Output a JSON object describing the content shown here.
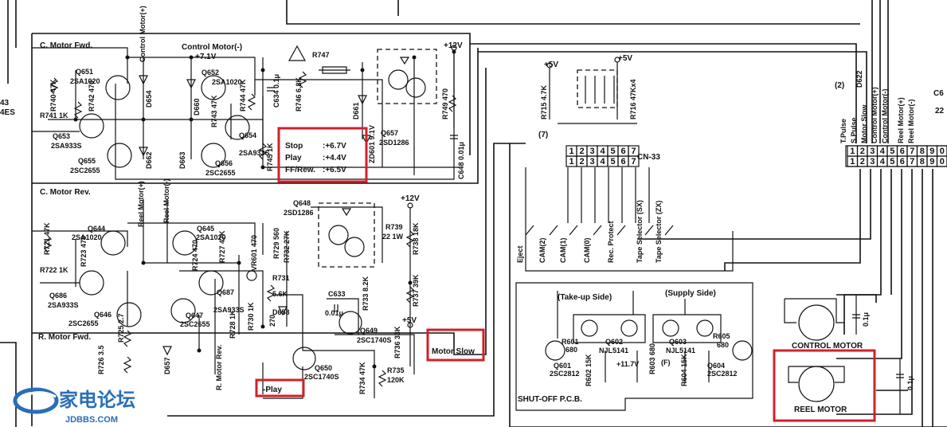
{
  "sections": {
    "c_motor_fwd": "C. Motor Fwd.",
    "c_motor_rev": "C. Motor Rev.",
    "r_motor_fwd": "R. Motor Fwd.",
    "control_motor_minus": "Control Motor(-)",
    "plus_7v": "+7.1V",
    "control_motor_plus_v": "Control Motor(+)",
    "reel_motor_plus_v": "Reel Motor(+)",
    "reel_motor_minus_v": "Reel Motor(-)",
    "r_motor_rev_v": "R. Motor Rev.",
    "shutoff_pcb": "SHUT-OFF P.C.B.",
    "take_up_side": "(Take-up Side)",
    "supply_side": "(Supply Side)",
    "control_motor": "CONTROL MOTOR",
    "reel_motor": "REEL MOTOR",
    "cn33": "CN-33",
    "seven": "(7)",
    "two": "(2)",
    "left_cut_1": "43",
    "left_cut_2": "4ES"
  },
  "supplies": {
    "v12a": "+12V",
    "v12b": "+12V",
    "v5a": "+5V",
    "v5b": "+5V",
    "v5c": "+5V",
    "v117": "+11.7V"
  },
  "highlights": {
    "stop_label": "Stop",
    "stop_val": ":+6.7V",
    "play_label": "Play",
    "play_val": ":+4.4V",
    "ffrew_label": "FF/Rew.",
    "ffrew_val": ":+6.5V",
    "minus_play": "-Play",
    "motor_slow": "Motor Slow"
  },
  "components": {
    "q651": "Q651",
    "q651v": "2SA1020",
    "q652": "Q652",
    "q652v": "2SA1020",
    "q653": "Q653",
    "q653v": "2SA933S",
    "q654": "Q654",
    "q654v": "2SA933S",
    "q655": "Q655",
    "q655v": "2SC2655",
    "q656": "Q656",
    "q656v": "2SC2655",
    "q657": "Q657",
    "q657v": "2SD1286",
    "q644": "Q644",
    "q644v": "2SA1020",
    "q645": "Q645",
    "q645v": "2SA1020",
    "q686": "Q686",
    "q686v": "2SA933S",
    "q687": "Q687",
    "q687v": "2SA933S",
    "q646": "Q646",
    "q646v": "2SC2655",
    "q647": "Q647",
    "q647v": "2SC2655",
    "q648": "Q648",
    "q648v": "2SD1286",
    "q649": "Q649",
    "q649v": "2SC1740S",
    "q650": "Q650",
    "q650v": "2SC1740S",
    "q601": "Q601",
    "q601v": "2SC2812",
    "q602": "Q602",
    "q602v": "NJL5141",
    "q603": "Q603",
    "q603v": "NJL5141",
    "q604": "Q604",
    "q604v": "2SC2812",
    "r740": "R740 47K",
    "r741": "R741 1K",
    "r742": "R742 470",
    "r743": "R743 47K",
    "r744": "R744 47K",
    "r745": "R745 1K",
    "r746": "R746 6.8K",
    "r747": "R747",
    "r749": "R749 470",
    "r715": "R715 4.7K",
    "r716": "R716 47Kx4",
    "r721": "R721 47K",
    "r722": "R722 1K",
    "r723": "R723 470",
    "r724": "R724 470",
    "r725": "R725 2.7",
    "r726": "R726 3.5",
    "r727": "R727 47K",
    "r728": "R728 1K",
    "r729": "R729 560",
    "r730": "R730 1K",
    "r731": "R731",
    "r731v": "5.6K",
    "r732": "R732 27K",
    "r733": "R733 8.2K",
    "r734": "R734 47K",
    "r735": "R735",
    "r735v": "120K",
    "r736": "R736 33K",
    "r737": "R737 39K",
    "r738": "R738 18K",
    "r739": "R739",
    "r739v": "22 1W",
    "vr601": "VR601 470",
    "r601": "R601",
    "r601v": "680",
    "r602": "R602 15K",
    "r603": "R603 680",
    "r604": "R604 15K",
    "r605": "R605",
    "r605v": "680",
    "f": "(F)",
    "d654": "D654",
    "d660": "D660",
    "d661": "D661",
    "d662": "D662",
    "d663": "D663",
    "d657": "D657",
    "d658": "D658",
    "d622": "D622",
    "zd601": "ZD601 9.1V",
    "c634": "C634 0.1μ",
    "c648": "C648 0.01μ",
    "c633": "C633",
    "c633v": "0.01μ",
    "c_cm": "0.1μ",
    "c_rm": "0.1μ",
    "r270": "270"
  },
  "switches": [
    "Eject",
    "CAM(2)",
    "CAM(1)",
    "CAM(0)",
    "Rec. Protect",
    "Tape Selector (SX)",
    "Tape Selector (ZX)"
  ],
  "right_labels": [
    "T.Pulse",
    "S.Pulse",
    "Motor Slow",
    "Control Motor(+)",
    "Control Motor(-)",
    "Reel Motor(+)",
    "Reel Motor(-)"
  ],
  "cn33_pins": [
    "1",
    "2",
    "3",
    "4",
    "5",
    "6",
    "7"
  ],
  "conn2_pins": [
    "1",
    "2",
    "3",
    "4",
    "5",
    "6",
    "7",
    "8",
    "9",
    "0"
  ],
  "right_cut": "C6",
  "right_cut2": "22",
  "logo": {
    "name": "家电论坛",
    "site": "JDBBS.COM"
  },
  "colors": {
    "highlight": "#d0212a",
    "ink": "#111111",
    "logo": "#2a6fb6"
  }
}
